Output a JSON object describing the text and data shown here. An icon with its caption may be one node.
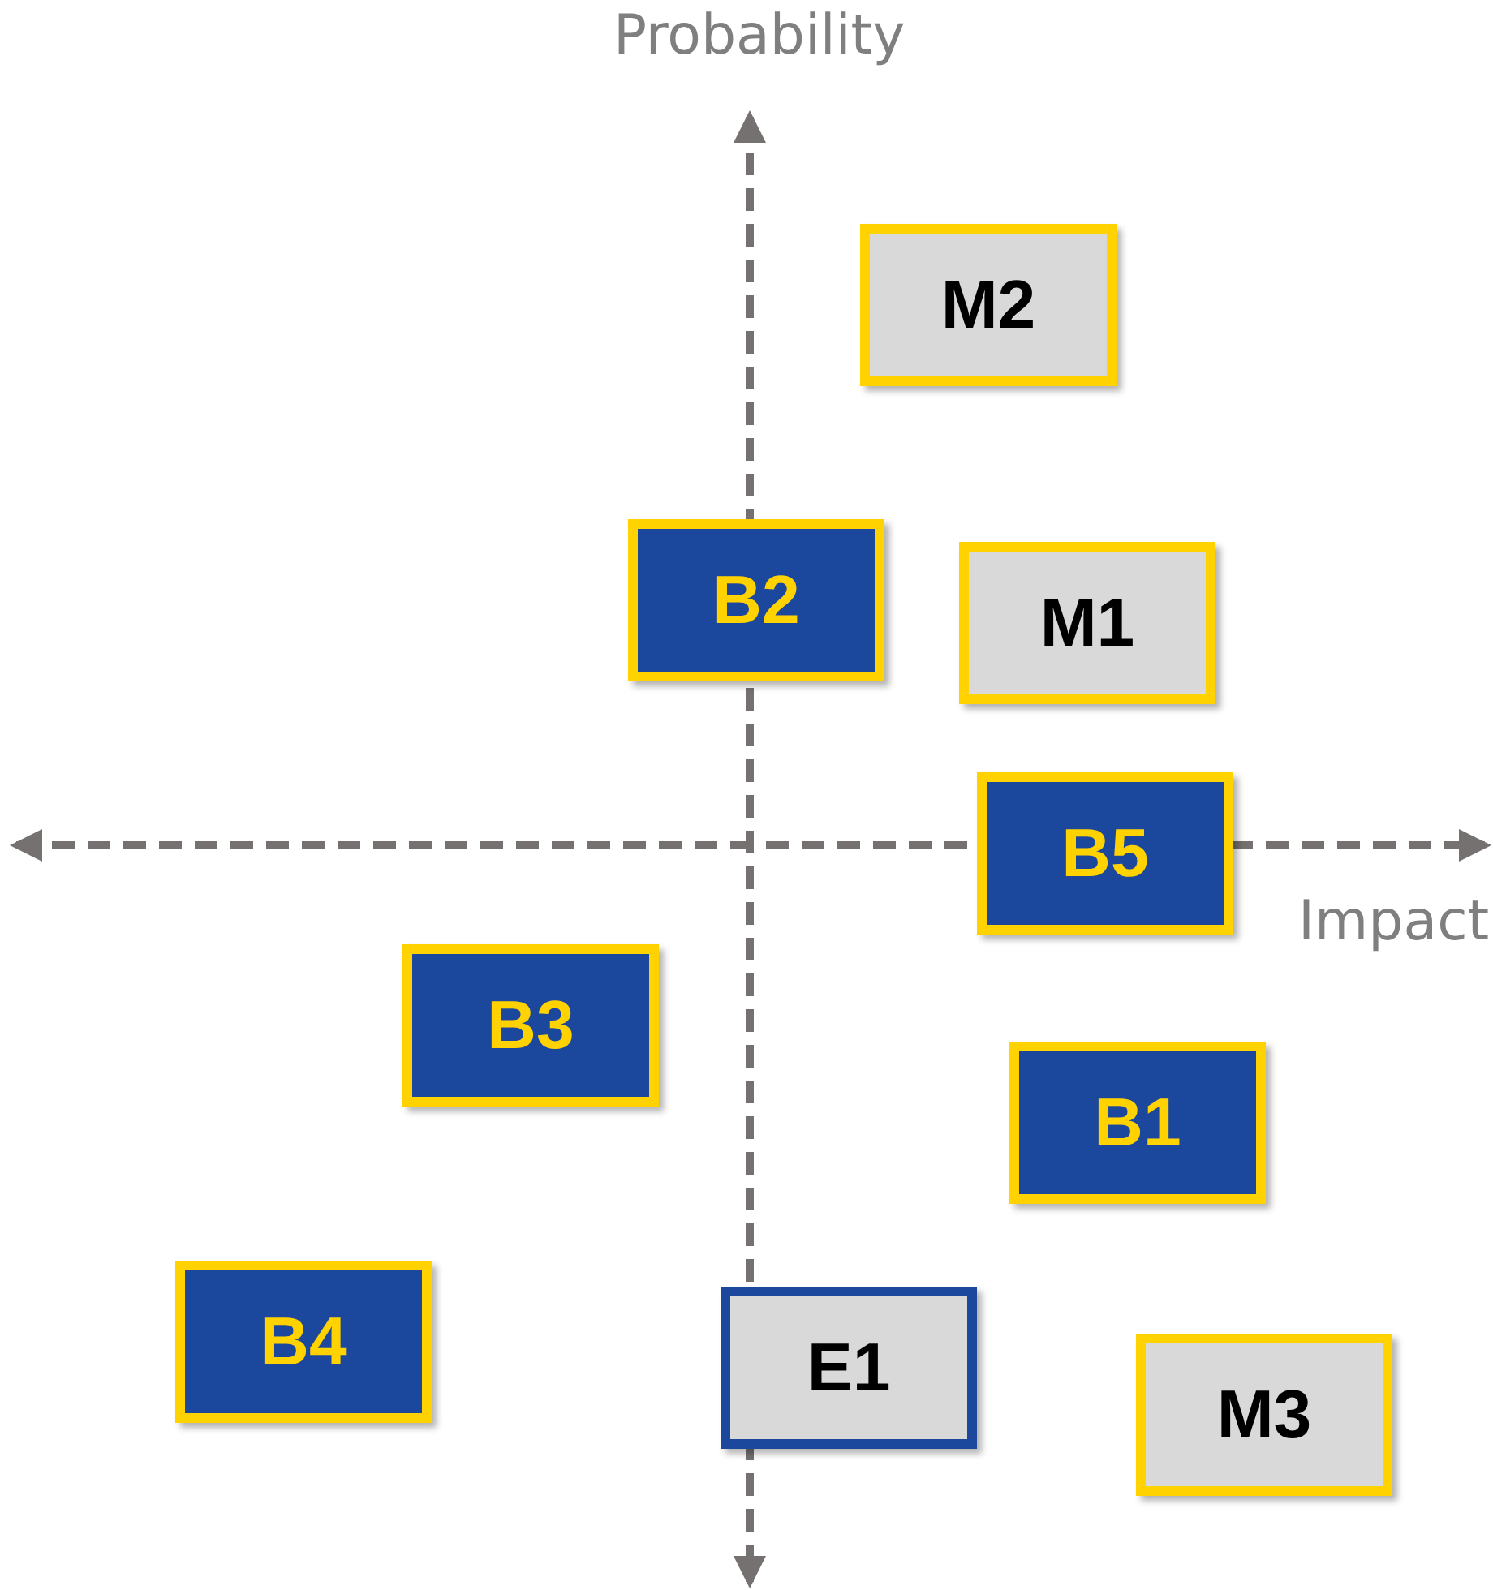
{
  "diagram": {
    "nodes": [
      {
        "text": [
          "M2"
        ]
      },
      {
        "text": [
          "B2"
        ]
      },
      {
        "text": [
          "M1"
        ]
      },
      {
        "text": [
          "B5"
        ]
      },
      {
        "text": [
          "B3"
        ]
      },
      {
        "text": [
          "B1"
        ]
      },
      {
        "text": [
          "B4"
        ]
      },
      {
        "text": [
          "E1"
        ]
      },
      {
        "text": [
          "M3"
        ]
      }
    ],
    "edges": [],
    "labels": [
      "Probability",
      "Impact"
    ]
  }
}
